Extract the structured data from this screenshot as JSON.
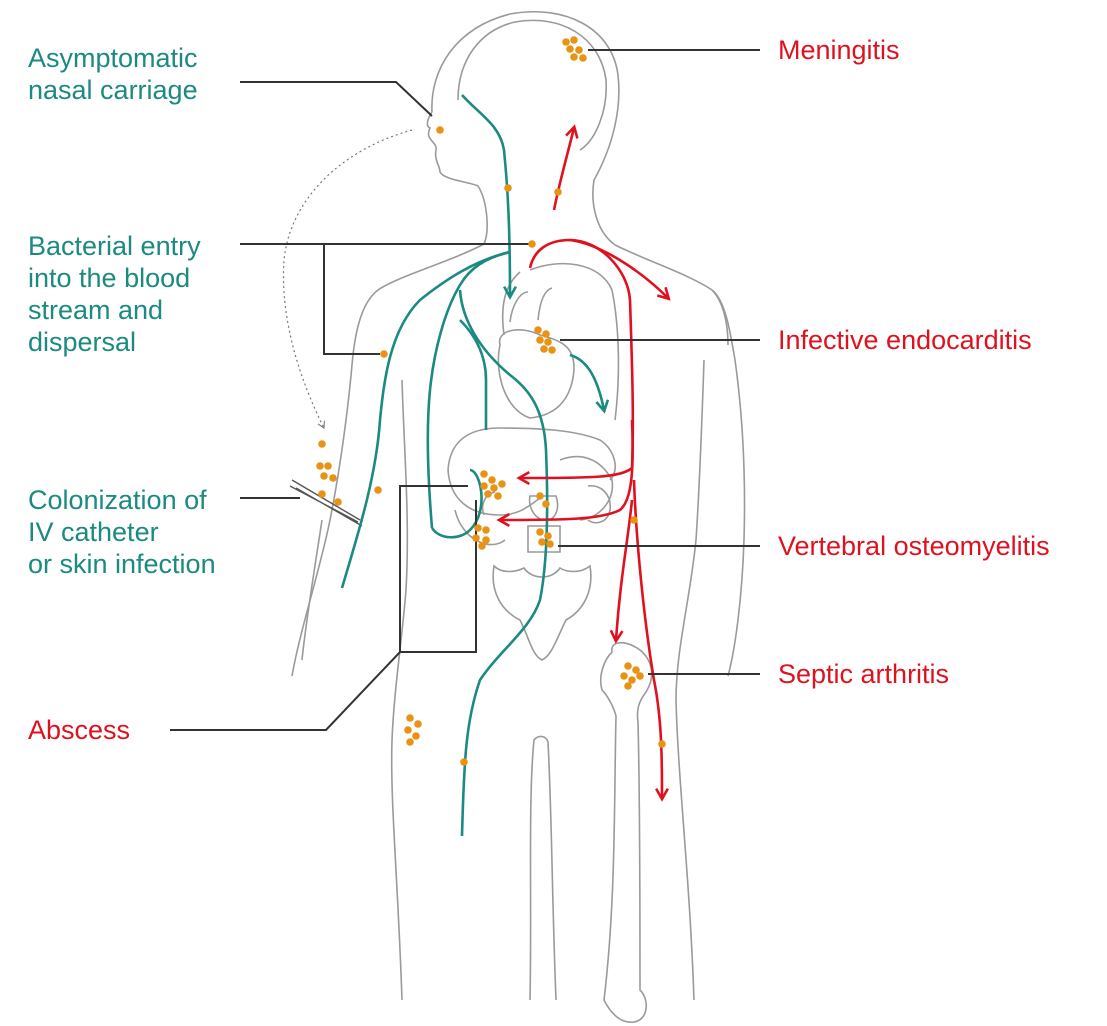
{
  "colors": {
    "pathway": "#1b8a80",
    "disease": "#e0111f",
    "bacteria": "#e89313",
    "outline": "#9a9a9a",
    "leader": "#333333"
  },
  "labels": {
    "asymptomatic": "Asymptomatic\nnasal carriage",
    "bacterial_entry": "Bacterial entry\ninto the blood\nstream and\ndispersal",
    "colonization": "Colonization of\nIV catheter\nor skin infection",
    "abscess": "Abscess",
    "meningitis": "Meningitis",
    "endocarditis": "Infective endocarditis",
    "osteomyelitis": "Vertebral osteomyelitis",
    "arthritis": "Septic arthritis"
  }
}
